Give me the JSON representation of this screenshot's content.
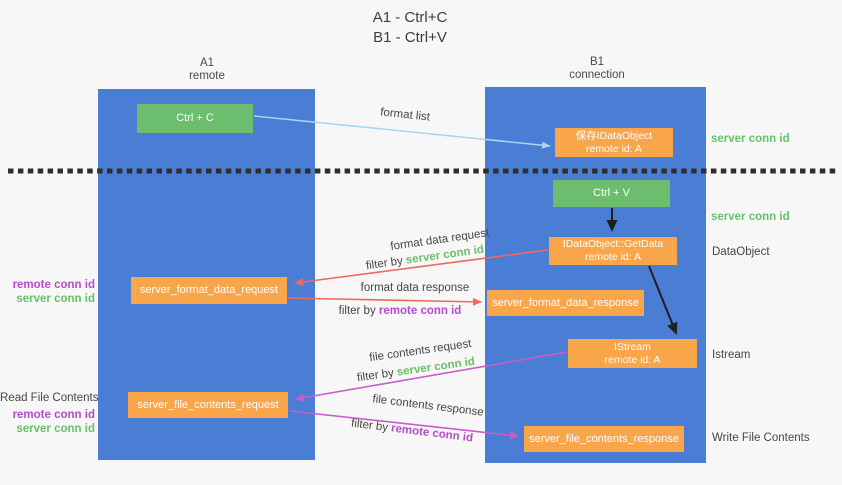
{
  "title": {
    "line1": "A1 - Ctrl+C",
    "line2": "B1 - Ctrl+V"
  },
  "columns": {
    "left": {
      "title": "A1",
      "subtitle": "remote"
    },
    "right": {
      "title": "B1",
      "subtitle": "connection"
    }
  },
  "nodes": {
    "ctrl_c": {
      "label": "Ctrl + C"
    },
    "save_idataobject": {
      "line1": "保存IDataObject",
      "line2": "remote id: A"
    },
    "ctrl_v": {
      "label": "Ctrl + V"
    },
    "getdata": {
      "line1": "IDataObject::GetData",
      "line2": "remote id: A"
    },
    "server_format_data_request": {
      "label": "server_format_data_request"
    },
    "server_format_data_response": {
      "label": "server_format_data_response"
    },
    "istream": {
      "line1": "IStream",
      "line2": "remote id: A"
    },
    "server_file_contents_request": {
      "label": "server_file_contents_request"
    },
    "server_file_contents_response": {
      "label": "server_file_contents_response"
    }
  },
  "arrow_labels": {
    "format_list": "format list",
    "format_data_request": "format data request",
    "format_data_response": "format data response",
    "file_contents_request": "file contents request",
    "file_contents_response": "file contents response",
    "filter_by": "filter by ",
    "server_conn_id": "server conn id",
    "remote_conn_id": "remote conn id"
  },
  "side_labels": {
    "server_conn_id_top": "server conn id",
    "server_conn_id_mid": "server conn id",
    "dataobject": "DataObject",
    "istream": "Istream",
    "write_file_contents": "Write File Contents",
    "read_file_contents": "Read File Contents",
    "request_remote_conn_id": "remote conn id",
    "request_server_conn_id": "server conn id",
    "file_remote_conn_id": "remote conn id",
    "file_server_conn_id": "server conn id"
  },
  "colors": {
    "column_blue": "#4a7ed4",
    "box_green": "#6cbe6e",
    "box_orange": "#f9a54a",
    "arrow_light_blue": "#aad4f0",
    "arrow_salmon": "#ed6a5f",
    "arrow_magenta": "#cb5ccb",
    "arrow_black": "#1f1f1f",
    "label_green": "#6abf69",
    "label_purple": "#b44ec6",
    "background": "#f7f7f7"
  }
}
